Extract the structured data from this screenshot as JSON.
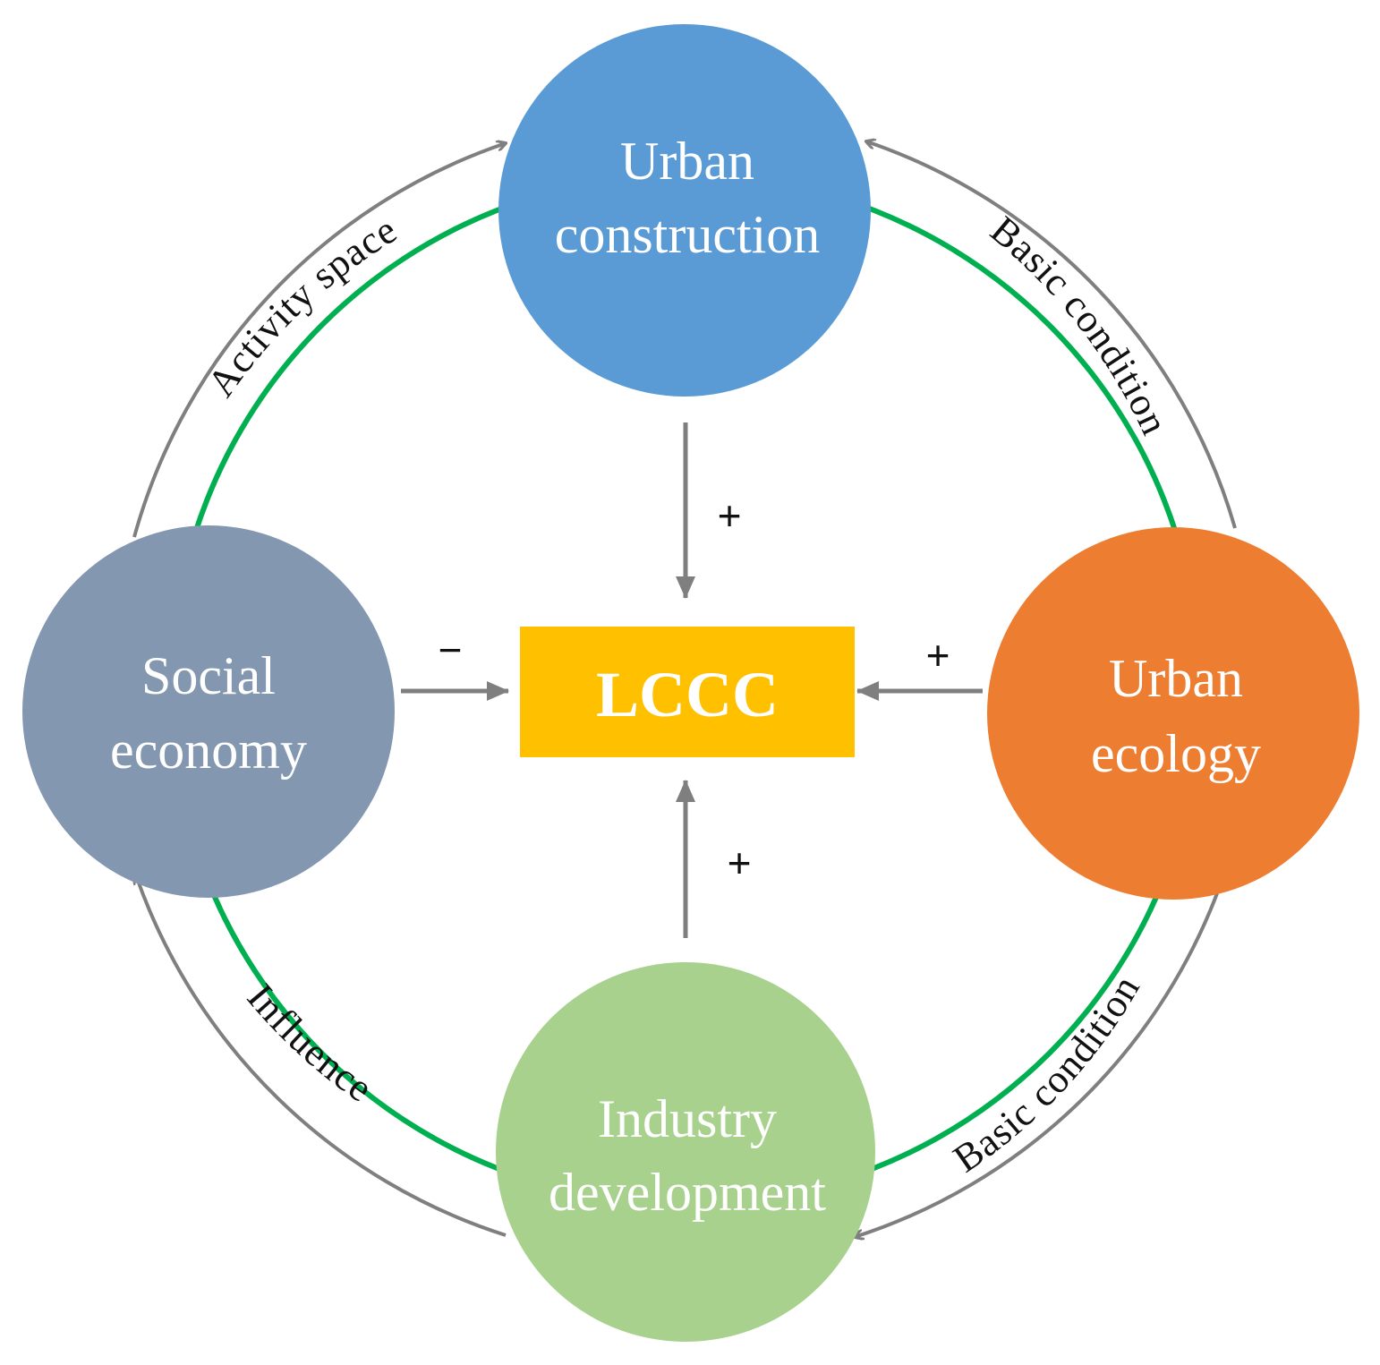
{
  "colors": {
    "urban_construction": "#5b9bd5",
    "urban_ecology": "#ed7d31",
    "social_economy": "#8497b0",
    "industry_development": "#a9d18e",
    "center": "#ffc000",
    "ring": "#00b050",
    "arrow": "#7f7f7f"
  },
  "center": {
    "label": "LCCC"
  },
  "nodes": {
    "urban_construction": {
      "line1": "Urban",
      "line2": "construction"
    },
    "urban_ecology": {
      "line1": "Urban",
      "line2": "ecology"
    },
    "social_economy": {
      "line1": "Social",
      "line2": "economy"
    },
    "industry_development": {
      "line1": "Industry",
      "line2": "development"
    }
  },
  "edges": {
    "activity_space": "Activity space",
    "basic_condition_top": "Basic condition",
    "influence": "Influence",
    "basic_condition_bottom": "Basic condition"
  },
  "signs": {
    "top": "+",
    "right": "+",
    "left": "−",
    "bottom": "+"
  }
}
